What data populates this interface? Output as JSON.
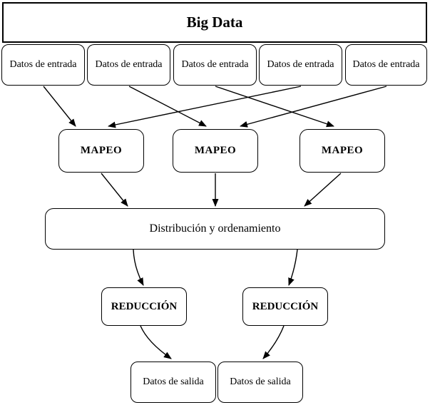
{
  "nodes": {
    "big_data": {
      "label": "Big Data"
    },
    "inputs": [
      {
        "label": "Datos de entrada"
      },
      {
        "label": "Datos de entrada"
      },
      {
        "label": "Datos de entrada"
      },
      {
        "label": "Datos de entrada"
      },
      {
        "label": "Datos de entrada"
      }
    ],
    "mapeo": [
      {
        "label": "MAPEO"
      },
      {
        "label": "MAPEO"
      },
      {
        "label": "MAPEO"
      }
    ],
    "distribucion": {
      "label": "Distribución y ordenamiento"
    },
    "reduccion": [
      {
        "label": "REDUCCIÓN"
      },
      {
        "label": "REDUCCIÓN"
      }
    ],
    "salida": [
      {
        "label": "Datos de salida"
      },
      {
        "label": "Datos de salida"
      }
    ]
  },
  "colors": {
    "background": "#ffffff",
    "box_fill": "#ffffff",
    "box_border": "#000000",
    "text": "#000000",
    "arrow": "#000000"
  }
}
